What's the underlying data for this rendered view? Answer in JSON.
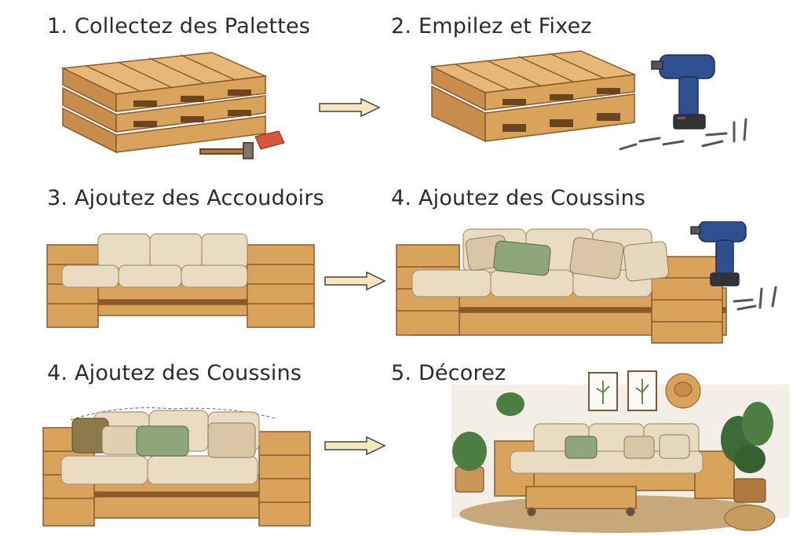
{
  "steps": [
    {
      "title": "1. Collectez des Palettes"
    },
    {
      "title": "2. Empilez et Fixez"
    },
    {
      "title": "3. Ajoutez des Accoudoirs"
    },
    {
      "title": "4. Ajoutez des Coussins"
    },
    {
      "title": "4. Ajoutez des Coussins"
    },
    {
      "title": "5. Décorez"
    }
  ],
  "colors": {
    "wood": "#d9a35c",
    "wood_dark": "#8a5a2b",
    "cushion": "#eadcc3",
    "pillow_green": "#8fa57a",
    "drill_blue": "#2f4f8f",
    "arrow_fill": "#f6e7bf"
  },
  "icons": [
    "hammer-icon",
    "drill-icon",
    "screw-icon",
    "arrow-right-icon",
    "plant-icon",
    "hat-icon",
    "frame-icon"
  ]
}
